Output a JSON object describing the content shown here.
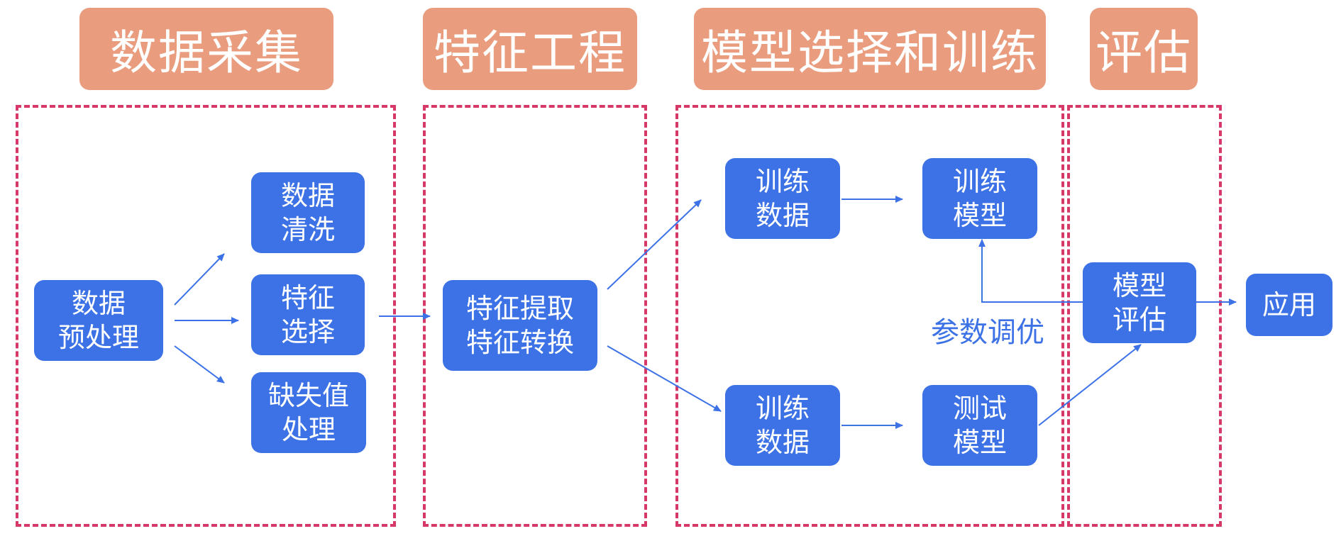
{
  "stages": {
    "collection": "数据采集",
    "feature_engineering": "特征工程",
    "model_training": "模型选择和训练",
    "evaluation": "评估"
  },
  "nodes": {
    "preprocess": [
      "数据",
      "预处理"
    ],
    "cleaning": [
      "数据",
      "清洗"
    ],
    "feature_select": [
      "特征",
      "选择"
    ],
    "missing_values": [
      "缺失值",
      "处理"
    ],
    "feature_extract": [
      "特征提取",
      "特征转换"
    ],
    "train_data_top": [
      "训练",
      "数据"
    ],
    "train_model": [
      "训练",
      "模型"
    ],
    "train_data_bottom": [
      "训练",
      "数据"
    ],
    "test_model": [
      "测试",
      "模型"
    ],
    "evaluate_model": [
      "模型",
      "评估"
    ],
    "apply": [
      "应用"
    ]
  },
  "labels": {
    "param_tuning": "参数调优"
  },
  "colors": {
    "header_bg": "#e99d7e",
    "frame_border": "#d63867",
    "node_bg": "#3c72e6",
    "arrow": "#3c72e6"
  }
}
